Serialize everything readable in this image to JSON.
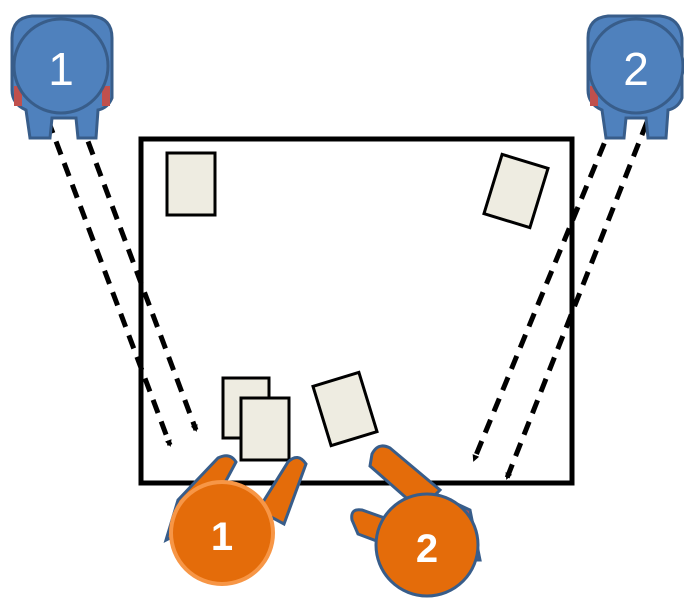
{
  "participants": {
    "blue_1": {
      "label": "1",
      "color": "#4f81bd",
      "outline": "#385d8a",
      "accent": "#c0504d"
    },
    "blue_2": {
      "label": "2",
      "color": "#4f81bd",
      "outline": "#385d8a",
      "accent": "#c0504d"
    },
    "orange_1": {
      "label": "1",
      "color": "#e46c0a",
      "outline": "#385d8a",
      "ring": "#f79646"
    },
    "orange_2": {
      "label": "2",
      "color": "#e46c0a",
      "outline": "#385d8a",
      "ring": "#e46c0a"
    }
  },
  "table": {
    "border_color": "#000000",
    "fill": "#ffffff"
  },
  "cards": {
    "fill": "#eeece1",
    "stroke": "#000000",
    "count": 5
  },
  "arrows": {
    "style": "dashed",
    "color": "#000000",
    "count": 4
  }
}
